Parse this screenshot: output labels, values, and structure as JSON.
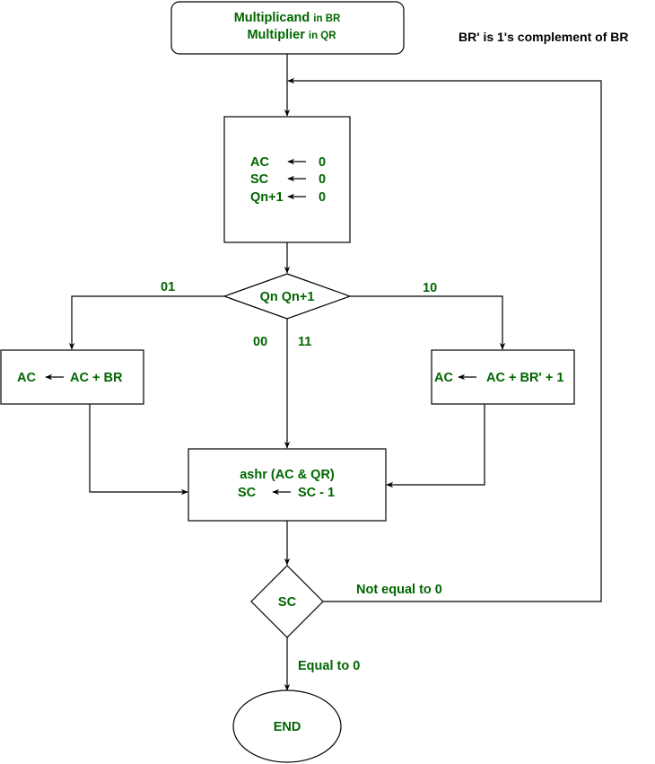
{
  "colors": {
    "label_green": "#006600",
    "line_black": "#000000"
  },
  "note": "BR' is 1's complement of BR",
  "start": {
    "line1_main": "Multiplicand",
    "line1_suffix": "in BR",
    "line2_main": "Multiplier",
    "line2_suffix": "in QR"
  },
  "init": {
    "rows": [
      {
        "lhs": "AC",
        "rhs": "0"
      },
      {
        "lhs": "SC",
        "rhs": "0"
      },
      {
        "lhs": "Qn+1",
        "rhs": "0"
      }
    ]
  },
  "decision_q": {
    "label": "Qn Qn+1",
    "branch_left": "01",
    "branch_right": "10",
    "branch_down_a": "00",
    "branch_down_b": "11"
  },
  "add_box": {
    "lhs": "AC",
    "rhs": "AC + BR"
  },
  "sub_box": {
    "lhs": "AC",
    "rhs": "AC + BR' + 1"
  },
  "shift_box": {
    "line1": "ashr (AC & QR)",
    "lhs": "SC",
    "rhs": "SC - 1"
  },
  "decision_sc": {
    "label": "SC",
    "not_equal": "Not equal to 0",
    "equal": "Equal to 0"
  },
  "end": {
    "label": "END"
  }
}
